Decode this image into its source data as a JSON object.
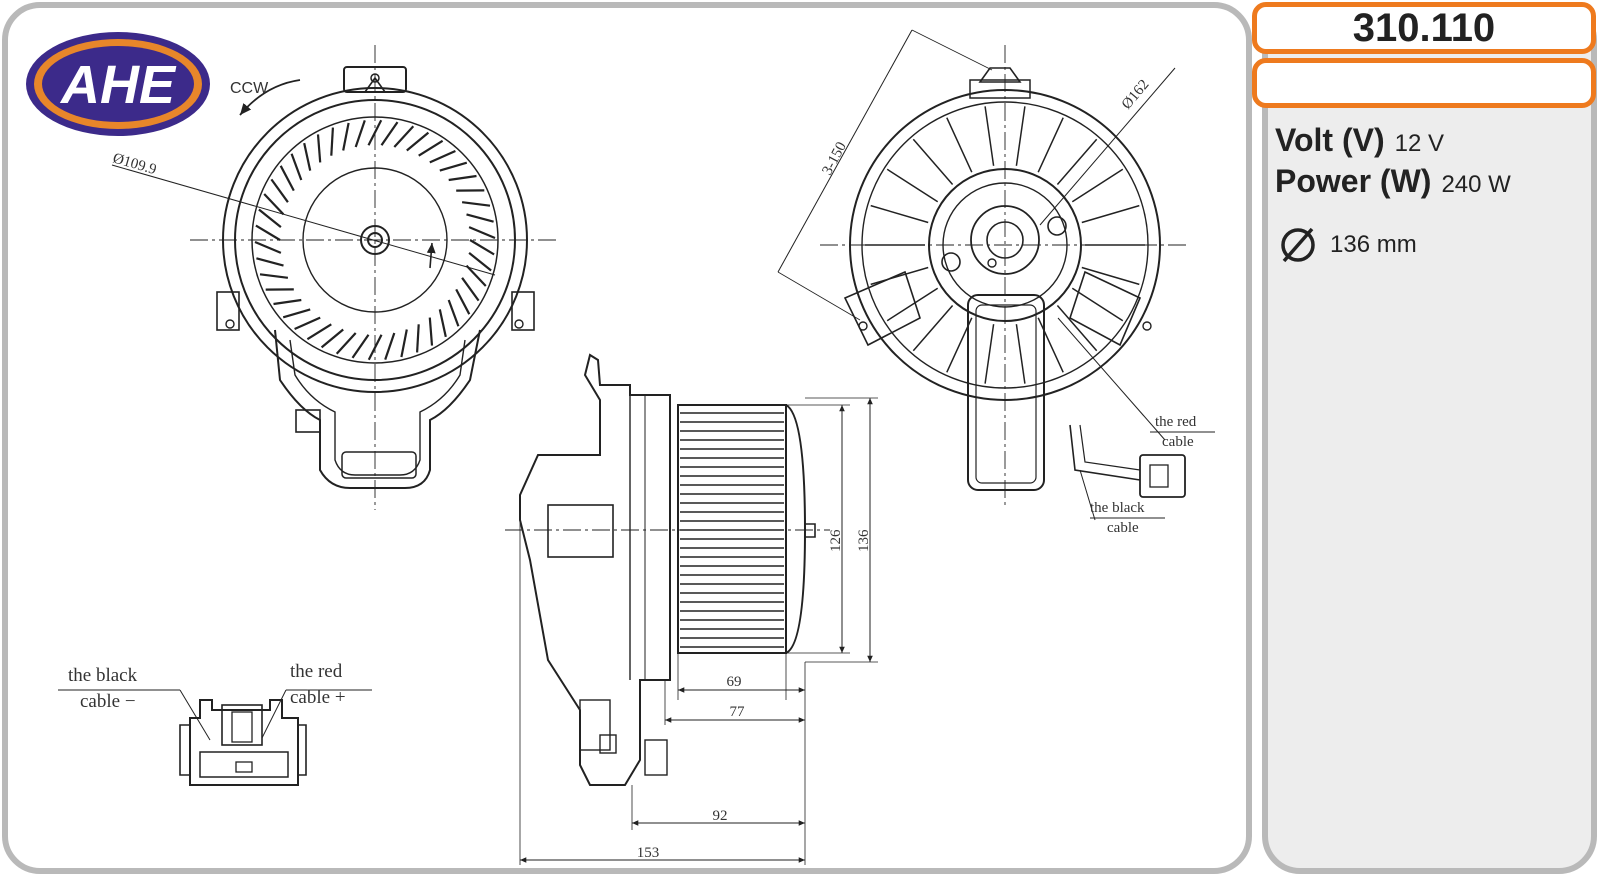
{
  "brand": {
    "logo_text": "AHE",
    "accent_color": "#ee7a1e",
    "logo_fill": "#3c2a8a",
    "logo_ring": "#e8862a"
  },
  "part_number": "310.110",
  "specs": {
    "volt_label": "Volt (V)",
    "volt_value": "12 V",
    "power_label": "Power (W)",
    "power_value": "240 W",
    "diameter_icon": "diameter-symbol-icon",
    "diameter_value": "136 mm"
  },
  "drawing": {
    "rotation_label": "CCW",
    "impeller_diameter": "Ø109.9",
    "housing_diameter": "Ø162",
    "mount_spacing": "3-150",
    "dims": {
      "d126": "126",
      "d136": "136",
      "d69": "69",
      "d77": "77",
      "d92": "92",
      "d153": "153"
    },
    "rear_red_line1": "the red",
    "rear_red_line2": "cable",
    "rear_black_line1": "the black",
    "rear_black_line2": "cable",
    "conn_black_line1": "the black",
    "conn_black_line2": "cable −",
    "conn_red_line1": "the red",
    "conn_red_line2": "cable +"
  }
}
